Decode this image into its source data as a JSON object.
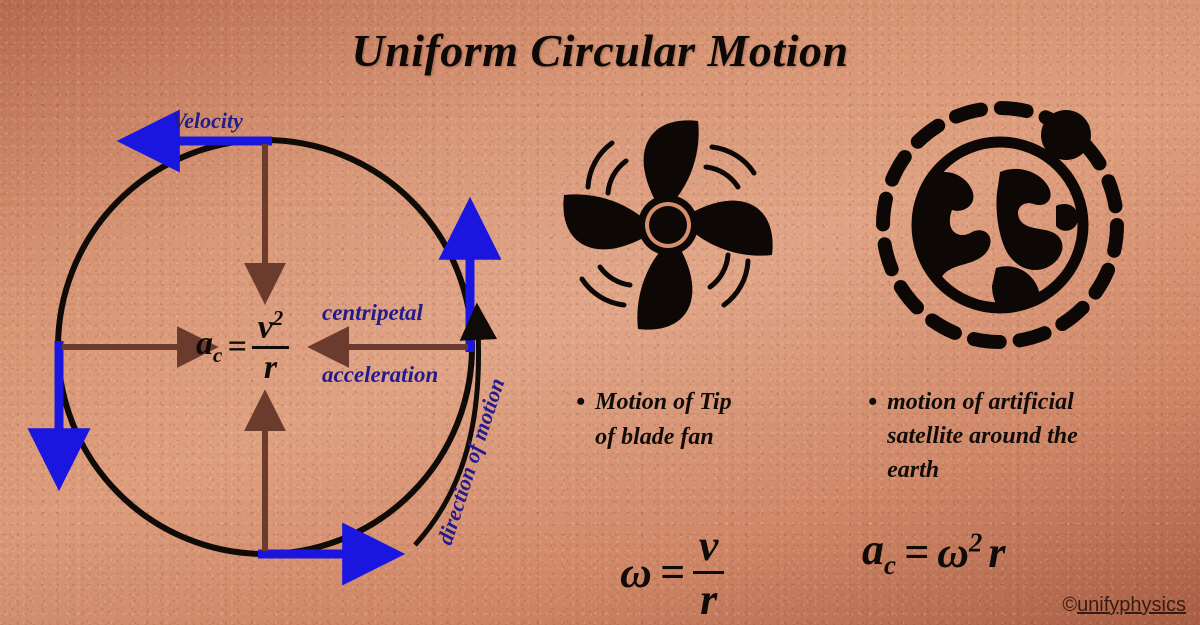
{
  "title": "Uniform Circular Motion",
  "colors": {
    "background_light": "#dd9a78",
    "background_dark": "#ae5f44",
    "label_blue": "#231a8c",
    "arrow_blue": "#1a16e0",
    "arrow_brown": "#6b3b2e",
    "ink_black": "#100b07"
  },
  "diagram": {
    "circle_label": "circular-path",
    "velocity_label": "Velocity",
    "direction_label": "direction of motion",
    "centripetal_label_line1": "centripetal",
    "centripetal_label_line2": "acceleration",
    "formula": {
      "lhs_base": "a",
      "lhs_sub": "c",
      "equals": "=",
      "numerator": "v",
      "numerator_exp": "2",
      "denominator": "r"
    },
    "arrows": [
      {
        "name": "velocity-arrow-top",
        "color": "#1a16e0",
        "direction": "left"
      },
      {
        "name": "velocity-arrow-left",
        "color": "#1a16e0",
        "direction": "down"
      },
      {
        "name": "velocity-arrow-bottom",
        "color": "#1a16e0",
        "direction": "right"
      },
      {
        "name": "velocity-arrow-right",
        "color": "#1a16e0",
        "direction": "up"
      },
      {
        "name": "centripetal-arrow-top",
        "color": "#6b3b2e",
        "direction": "down"
      },
      {
        "name": "centripetal-arrow-left",
        "color": "#6b3b2e",
        "direction": "right"
      },
      {
        "name": "centripetal-arrow-bottom",
        "color": "#6b3b2e",
        "direction": "up"
      },
      {
        "name": "centripetal-arrow-right",
        "color": "#6b3b2e",
        "direction": "left"
      }
    ]
  },
  "examples": [
    {
      "icon": "fan-icon",
      "bullet": "•",
      "text_lines": [
        "Motion of Tip",
        "of blade fan"
      ],
      "formula": {
        "lhs": "ω",
        "equals": "=",
        "numerator": "v",
        "denominator": "r"
      }
    },
    {
      "icon": "earth-satellite-icon",
      "bullet": "•",
      "text_lines": [
        "motion of artificial",
        "satellite around the",
        "earth"
      ],
      "formula": {
        "lhs_base": "a",
        "lhs_sub": "c",
        "equals": "=",
        "rhs_base": "ω",
        "rhs_exp": "2",
        "rhs_tail": "r"
      }
    }
  ],
  "watermark": {
    "copyright": "©",
    "text": "unifyphysics"
  }
}
